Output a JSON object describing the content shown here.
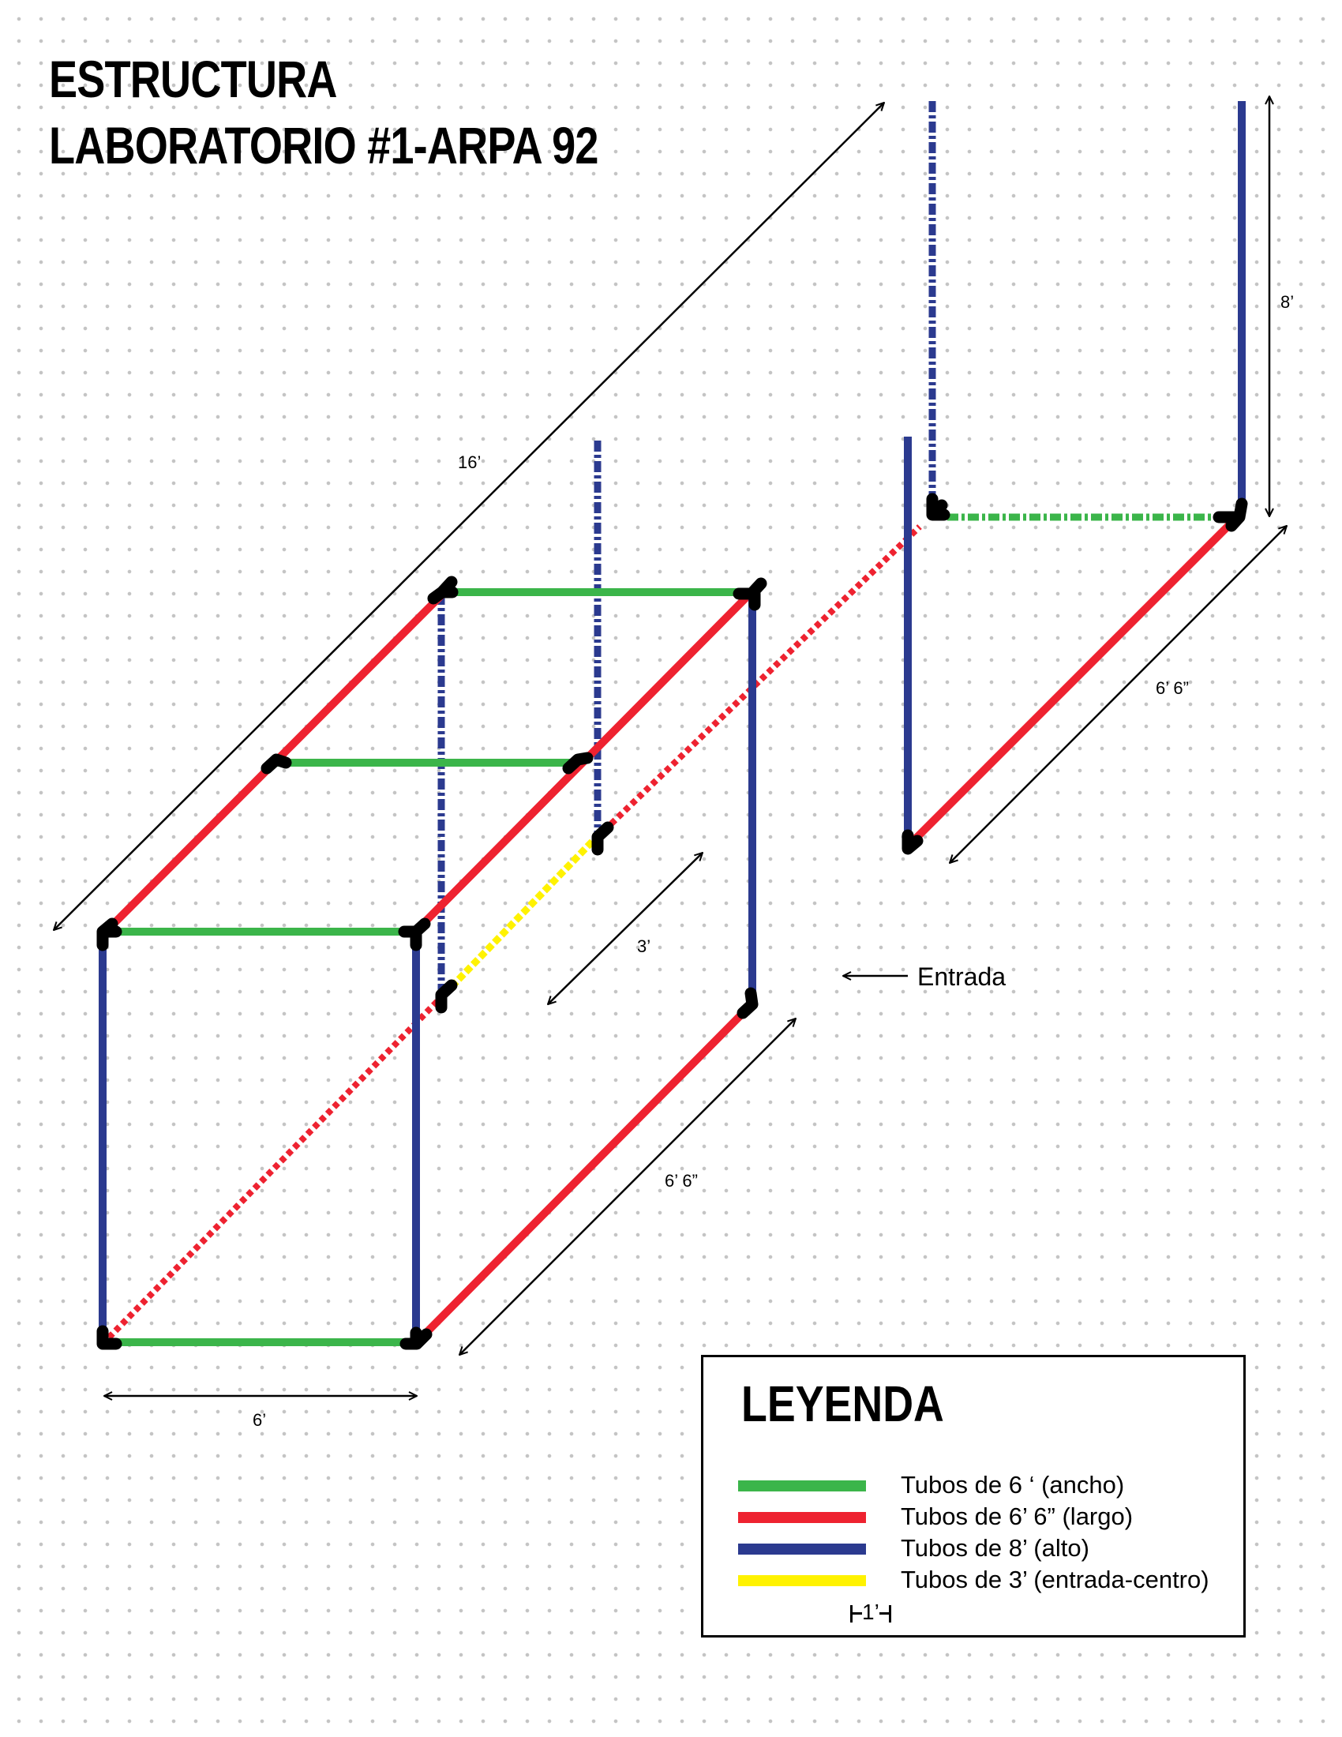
{
  "title": {
    "line1": "ESTRUCTURA",
    "line2": "LABORATORIO #1-ARPA 92"
  },
  "dimensions": {
    "length_total": "16’",
    "height": "8’",
    "length_right": "6’ 6”",
    "length_front": "6’ 6”",
    "entrance_length": "3’",
    "width": "6’"
  },
  "entrance_label": "Entrada",
  "legend": {
    "title": "LEYENDA",
    "items": [
      {
        "label": "Tubos de 6 ‘ (ancho)",
        "color": "#3bb54a",
        "tube": "width"
      },
      {
        "label": "Tubos de 6’ 6” (largo)",
        "color": "#ee2230",
        "tube": "length"
      },
      {
        "label": "Tubos de 8’ (alto)",
        "color": "#2b3a8f",
        "tube": "height"
      },
      {
        "label": "Tubos de 3’ (entrada-centro)",
        "color": "#fff200",
        "tube": "entrance"
      }
    ],
    "scale_label": "1’"
  },
  "colors": {
    "green": "#3bb54a",
    "red": "#ee2230",
    "blue": "#2b3a8f",
    "yellow": "#fff200",
    "connector": "#000000"
  }
}
